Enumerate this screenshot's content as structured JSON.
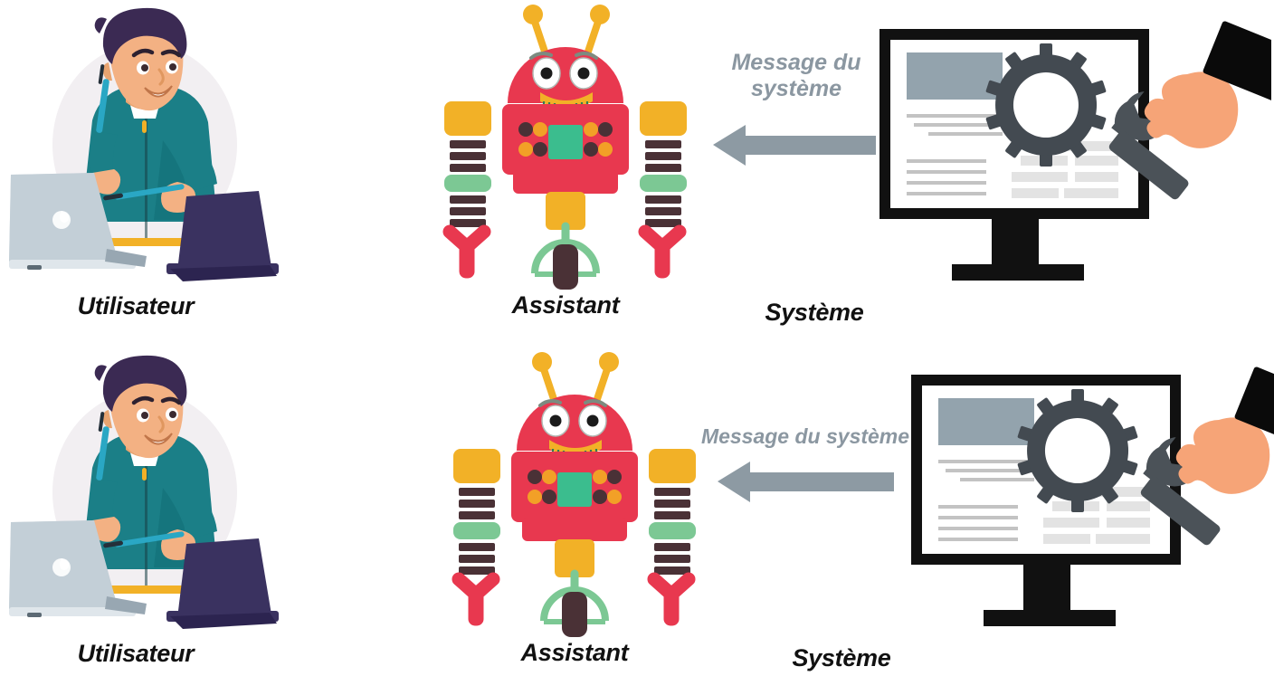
{
  "diagram": {
    "title_absent": true,
    "background_color": "#ffffff",
    "rows": [
      {
        "id": "row-1",
        "user": {
          "label": "Utilisateur",
          "icon": "user-at-laptops-illustration"
        },
        "assistant": {
          "label": "Assistant",
          "icon": "red-robot-illustration"
        },
        "system": {
          "label": "Système",
          "icon": "monitor-with-gear-and-wrench-illustration"
        },
        "message": {
          "text": "Message du\nsystème",
          "direction": "right-to-left",
          "arrow_color": "#8d9aa3",
          "text_color": "#8b97a1",
          "font_size": 25
        }
      },
      {
        "id": "row-2",
        "user": {
          "label": "Utilisateur",
          "icon": "user-at-laptops-illustration"
        },
        "assistant": {
          "label": "Assistant",
          "icon": "red-robot-illustration"
        },
        "system": {
          "label": "Système",
          "icon": "monitor-with-gear-and-wrench-illustration"
        },
        "message": {
          "text": "Message du système",
          "direction": "right-to-left",
          "arrow_color": "#8d9aa3",
          "text_color": "#8b97a1",
          "font_size": 23
        }
      }
    ],
    "palette": {
      "robot_body": "#e8384f",
      "robot_body_alt": "#e5394f",
      "robot_yellow": "#f2b127",
      "robot_green": "#7cc894",
      "robot_dark": "#4a3136",
      "robot_screen": "#3bbd8e",
      "shirt_teal": "#1b7f87",
      "skin": "#f3b183",
      "hair": "#3b2a53",
      "laptop_silver": "#b9c6d0",
      "laptop_purple": "#3a3260",
      "monitor_black": "#111111",
      "gear_gray": "#434a51",
      "wrench_gray": "#4b5258",
      "hand_skin": "#f6a477",
      "screen_block": "#93a3ad",
      "screen_line": "#d9d9d9",
      "arrow_gray": "#8d9aa3",
      "caption_black": "#111111"
    }
  }
}
